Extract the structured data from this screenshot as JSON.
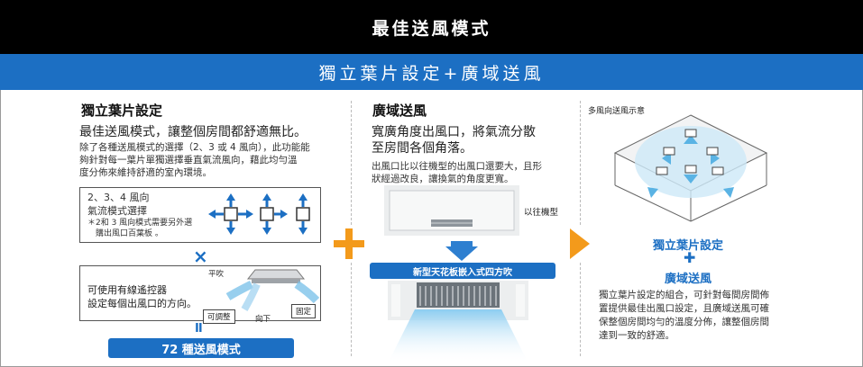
{
  "header": {
    "title": "最佳送風模式"
  },
  "subheader": {
    "title": "獨立葉片設定+廣域送風"
  },
  "left": {
    "title": "獨立葉片設定",
    "lead": "最佳送風模式，讓整個房間都舒適無比。",
    "desc_lines": [
      "除了各種送風模式的選擇（2、3 或 4 風向），此功能能",
      "夠針對每一葉片單獨選擇垂直氣流風向，藉此均勻溫",
      "度分佈來維持舒適的室內環境。"
    ],
    "box1": {
      "lines": [
        "2、3、4 風向",
        "氣流模式選擇"
      ],
      "note_lines": [
        "＊2和 3 風向模式需要另外選",
        "　購出風口百葉板 。"
      ]
    },
    "times_symbol": "×",
    "box2": {
      "lines": [
        "可使用有線遙控器",
        "設定每個出風口的方向。"
      ],
      "labels": {
        "horizontal": "平吹",
        "adjustable": "可調整",
        "down": "向下",
        "fixed": "固定"
      }
    },
    "equals_symbol": "II",
    "result_pill": "72 種送風模式"
  },
  "middle": {
    "title": "廣域送風",
    "lead_lines": [
      "寬廣角度出風口，將氣流分散",
      "至房間各個角落。"
    ],
    "desc_lines": [
      "出風口比以往機型的出風口還要大，且形",
      "狀經過改良，讓換氣的角度更寬。"
    ],
    "old_model_label": "以往機型",
    "new_model_pill": "新型天花板嵌入式四方吹"
  },
  "right": {
    "diagram_title": "多風向送風示意",
    "highlight_a": "獨立葉片設定",
    "highlight_plus": "✚",
    "highlight_b": "廣域送風",
    "desc_lines": [
      "獨立葉片設定的組合，可針對每間房間佈",
      "置提供最佳出風口設定，且廣域送風可確",
      "保整個房間均勻的溫度分佈，讓整個房間",
      "達到一致的舒適。"
    ]
  },
  "colors": {
    "accent": "#1c6fc3",
    "plus": "#f39a1b",
    "arrow": "#f39a1b",
    "header_bg": "#000000"
  }
}
